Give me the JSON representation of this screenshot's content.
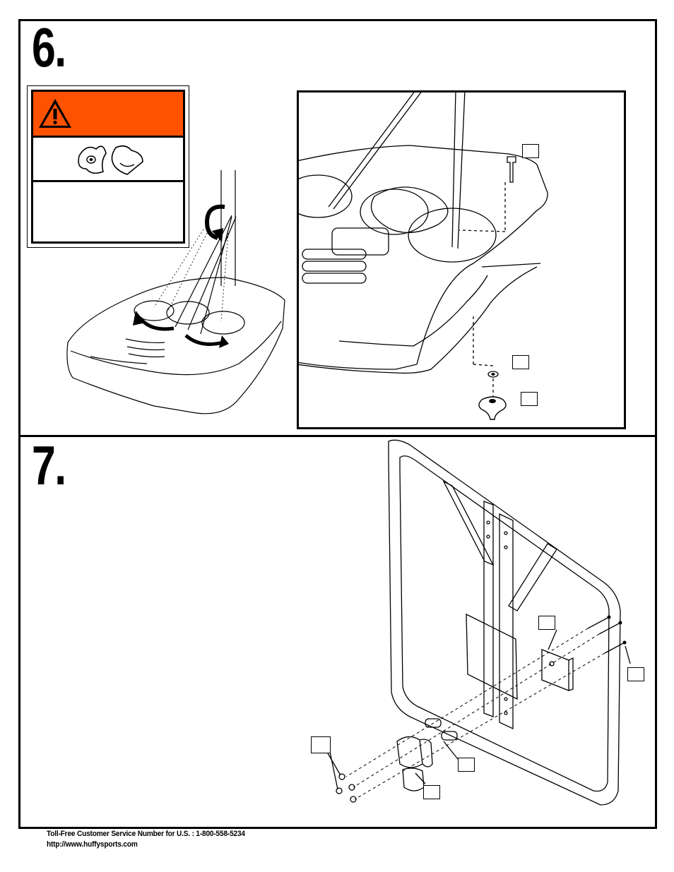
{
  "steps": {
    "step6_number": "6.",
    "step7_number": "7."
  },
  "warning": {
    "header_color": "#ff5200",
    "icon": "warning-triangle-icon",
    "knob_icons": [
      "knob-icon",
      "knob-icon"
    ]
  },
  "footer": {
    "phone_line": "Toll-Free Customer Service Number for U.S. : 1-800-558-5234",
    "url_line": "http://www.huffysports.com"
  }
}
